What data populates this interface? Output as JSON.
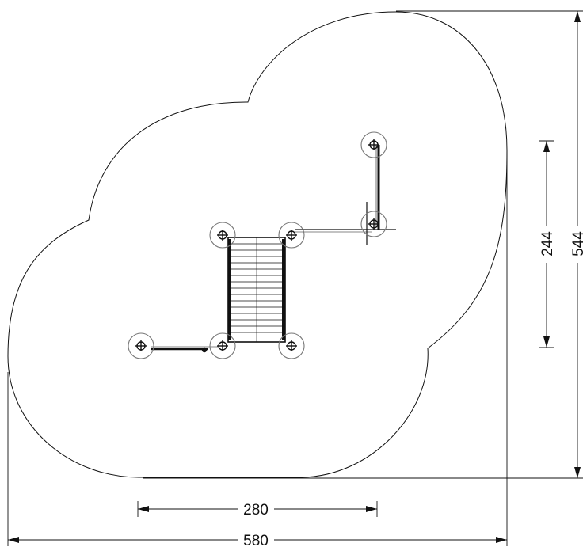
{
  "dimensions": {
    "overall_width": "580",
    "overall_height": "544",
    "post_span_width": "280",
    "post_span_height": "244"
  },
  "colors": {
    "stroke": "#111111",
    "circle": "#777777",
    "background": "#ffffff"
  }
}
